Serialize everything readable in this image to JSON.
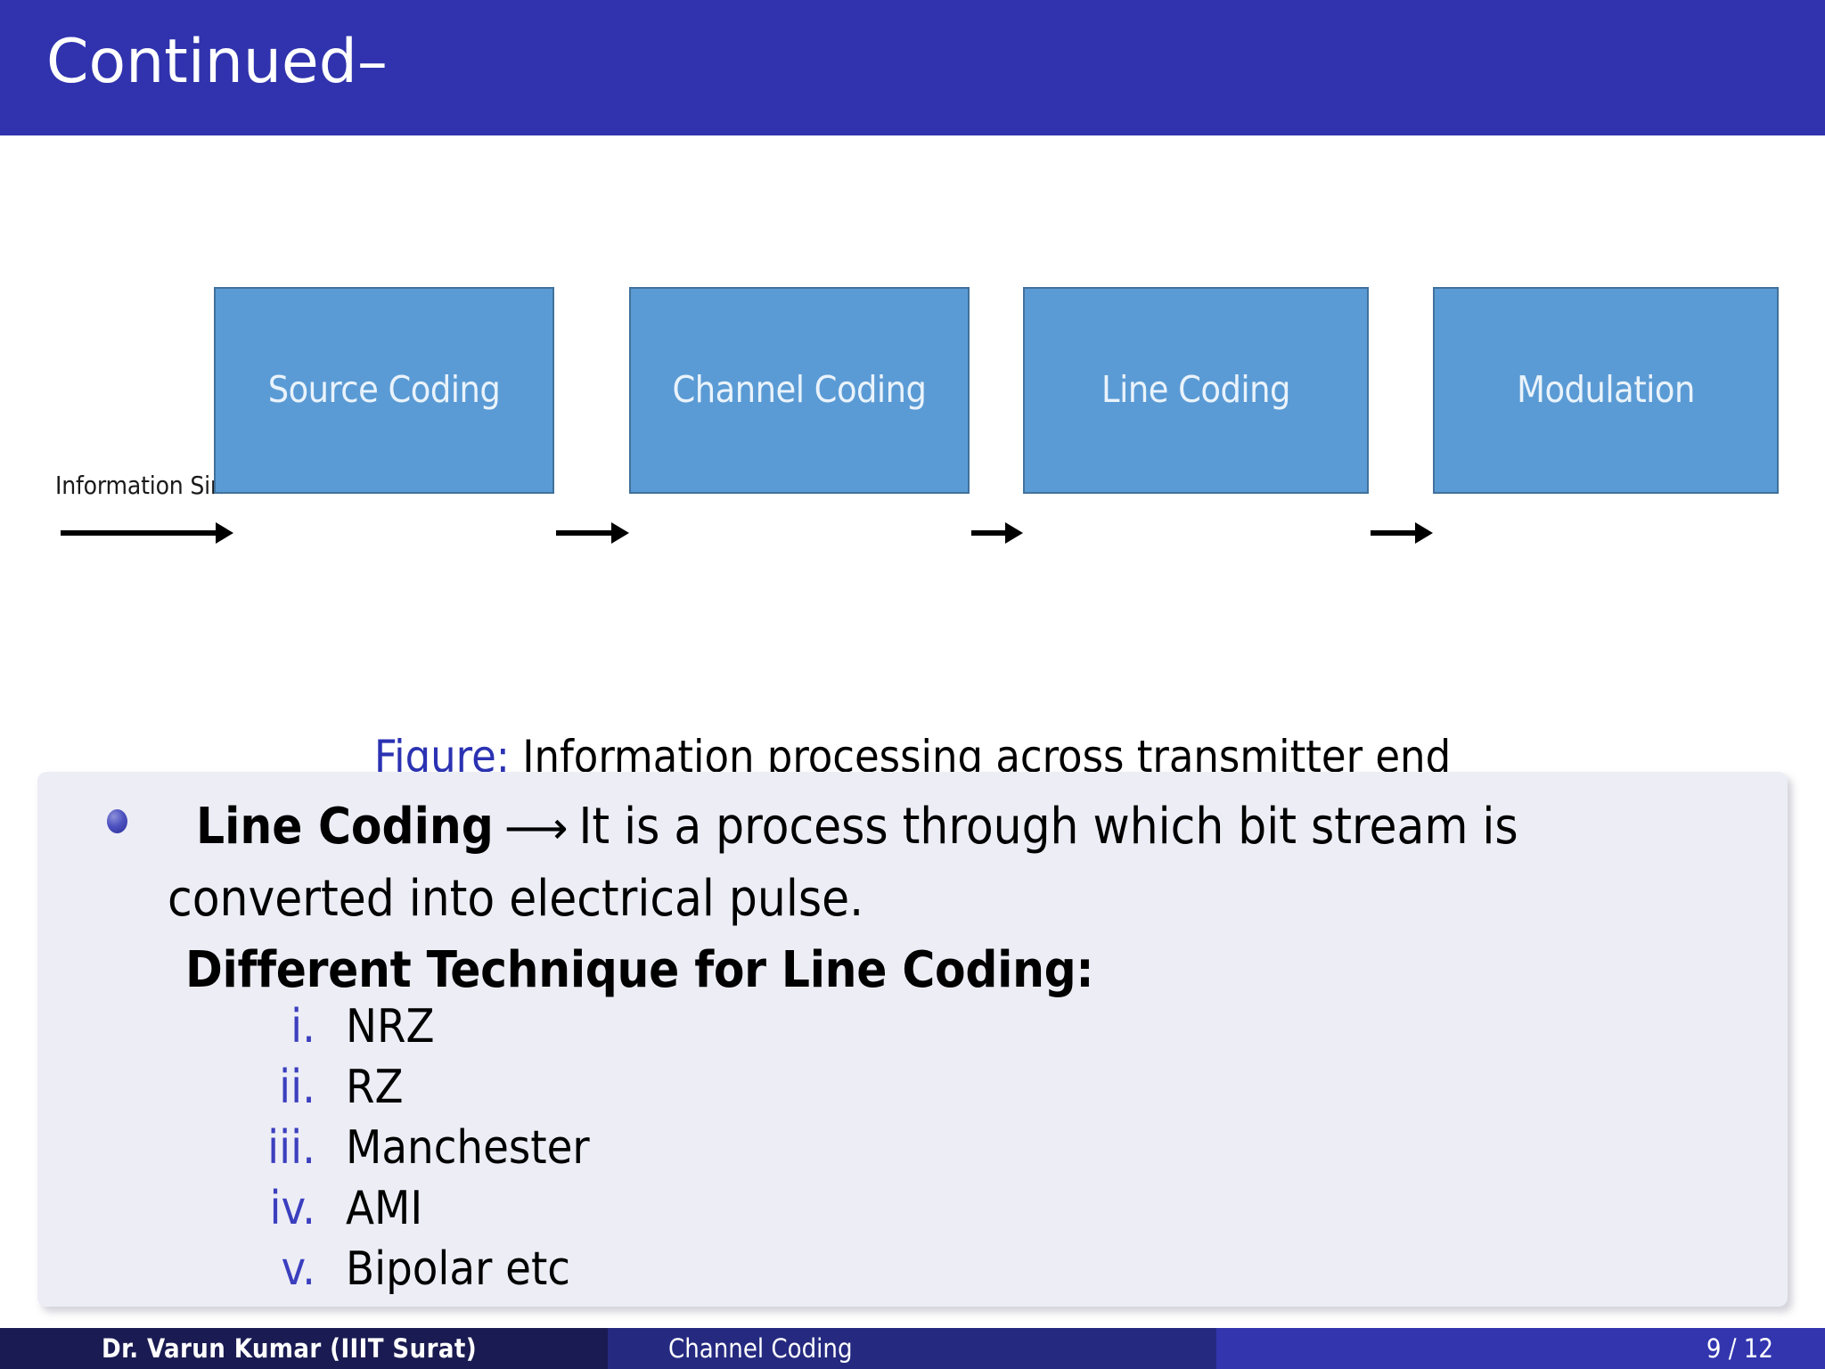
{
  "header": {
    "title": "Continued–",
    "bar_color": "#3033AD"
  },
  "figure": {
    "input_label": "Information Sink",
    "boxes": [
      {
        "label": "Source Coding"
      },
      {
        "label": "Channel Coding"
      },
      {
        "label": "Line Coding"
      },
      {
        "label": "Modulation"
      }
    ],
    "box_fill_color": "#5B9BD5",
    "caption_prefix": "Figure:",
    "caption_text": "Information processing across transmitter end",
    "caption_prefix_color": "#2B32B2"
  },
  "content": {
    "bullet_term": "Line Coding",
    "bullet_arrow": "⟶",
    "bullet_body_line1": "It is a process through which bit stream is",
    "bullet_body_line2": "converted into electrical pulse.",
    "subheading": "Different Technique for Line Coding:",
    "list": [
      {
        "numeral": "i.",
        "label": "NRZ"
      },
      {
        "numeral": "ii.",
        "label": "RZ"
      },
      {
        "numeral": "iii.",
        "label": "Manchester"
      },
      {
        "numeral": "iv.",
        "label": "AMI"
      },
      {
        "numeral": "v.",
        "label": "Bipolar etc"
      }
    ],
    "block_bg_color": "#EDEDF6",
    "numeral_color": "#3B3FBE"
  },
  "footer": {
    "author": "Dr. Varun Kumar  (IIIT Surat)",
    "subject": "Channel Coding",
    "page": "9 / 12"
  }
}
